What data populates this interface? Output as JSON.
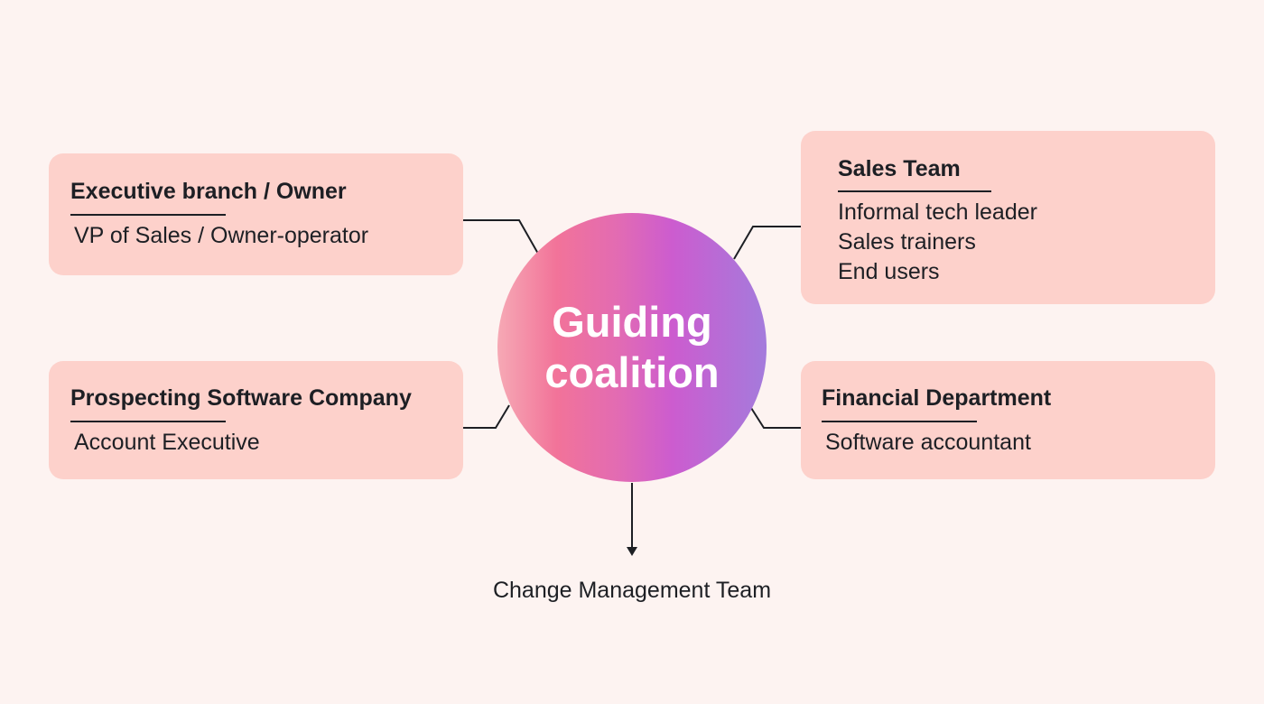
{
  "center": {
    "line1": "Guiding",
    "line2": "coalition"
  },
  "groups": [
    {
      "title": "Executive branch / Owner",
      "items": [
        "VP of Sales / Owner-operator"
      ]
    },
    {
      "title": "Prospecting Software Company",
      "items": [
        "Account Executive"
      ]
    },
    {
      "title": "Sales Team",
      "items": [
        "Informal tech leader",
        "Sales trainers",
        "End users"
      ]
    },
    {
      "title": "Financial Department",
      "items": [
        "Software accountant"
      ]
    }
  ],
  "output": "Change Management Team"
}
